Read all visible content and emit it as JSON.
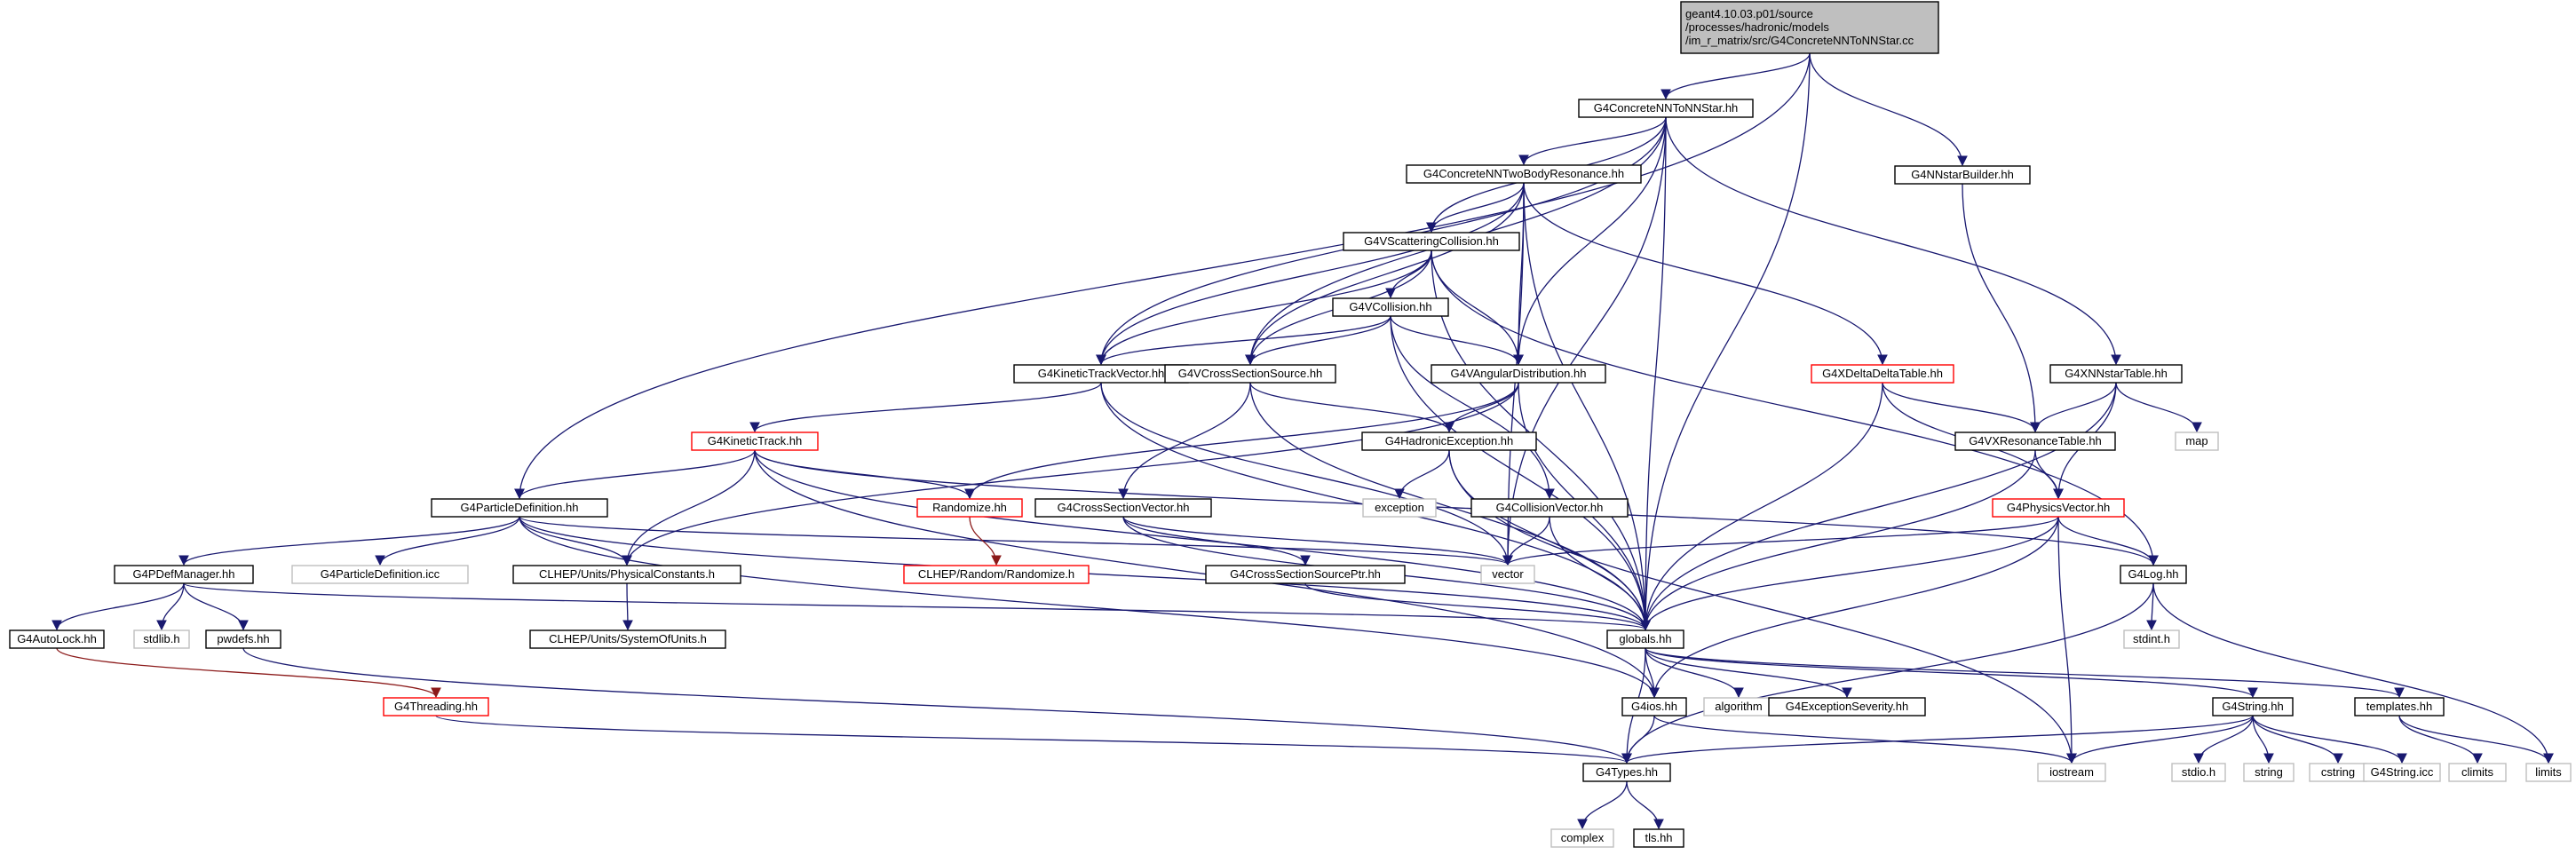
{
  "graph": {
    "title": "geant4.10.03.p01/source/processes/hadronic/models/im_r_matrix/src/G4ConcreteNNToNNStar.cc",
    "colors": {
      "root_fill": "#bfbfbf",
      "node_border": "#000000",
      "missing_border": "#bfbfbf",
      "truncated_border": "#ff0000",
      "edge": "#191970",
      "edge_alt": "#8b1a1a",
      "missing_text": "#666666"
    },
    "nodes": [
      {
        "id": "root",
        "lines": [
          "geant4.10.03.p01/source",
          "/processes/hadronic/models",
          "/im_r_matrix/src/G4ConcreteNNToNNStar.cc"
        ],
        "kind": "root"
      },
      {
        "id": "nnstar",
        "lines": [
          "G4ConcreteNNToNNStar.hh"
        ],
        "kind": "normal"
      },
      {
        "id": "builder",
        "lines": [
          "G4NNstarBuilder.hh"
        ],
        "kind": "normal"
      },
      {
        "id": "twobody",
        "lines": [
          "G4ConcreteNNTwoBodyResonance.hh"
        ],
        "kind": "normal"
      },
      {
        "id": "scattcoll",
        "lines": [
          "G4VScatteringCollision.hh"
        ],
        "kind": "normal"
      },
      {
        "id": "vcoll",
        "lines": [
          "G4VCollision.hh"
        ],
        "kind": "normal"
      },
      {
        "id": "ktv",
        "lines": [
          "G4KineticTrackVector.hh"
        ],
        "kind": "normal"
      },
      {
        "id": "vcss",
        "lines": [
          "G4VCrossSectionSource.hh"
        ],
        "kind": "normal"
      },
      {
        "id": "vang",
        "lines": [
          "G4VAngularDistribution.hh"
        ],
        "kind": "normal"
      },
      {
        "id": "xdelta",
        "lines": [
          "G4XDeltaDeltaTable.hh"
        ],
        "kind": "truncated"
      },
      {
        "id": "xnnstar",
        "lines": [
          "G4XNNstarTable.hh"
        ],
        "kind": "normal"
      },
      {
        "id": "kt",
        "lines": [
          "G4KineticTrack.hh"
        ],
        "kind": "truncated"
      },
      {
        "id": "hadexc",
        "lines": [
          "G4HadronicException.hh"
        ],
        "kind": "normal"
      },
      {
        "id": "vxres",
        "lines": [
          "G4VXResonanceTable.hh"
        ],
        "kind": "normal"
      },
      {
        "id": "map",
        "lines": [
          "map"
        ],
        "kind": "missing"
      },
      {
        "id": "partdef",
        "lines": [
          "G4ParticleDefinition.hh"
        ],
        "kind": "normal"
      },
      {
        "id": "randomize",
        "lines": [
          "Randomize.hh"
        ],
        "kind": "truncated"
      },
      {
        "id": "exception",
        "lines": [
          "exception"
        ],
        "kind": "missing"
      },
      {
        "id": "cssvec",
        "lines": [
          "G4CrossSectionVector.hh"
        ],
        "kind": "normal"
      },
      {
        "id": "collvec",
        "lines": [
          "G4CollisionVector.hh"
        ],
        "kind": "normal"
      },
      {
        "id": "physvec",
        "lines": [
          "G4PhysicsVector.hh"
        ],
        "kind": "truncated"
      },
      {
        "id": "pdefmgr",
        "lines": [
          "G4PDefManager.hh"
        ],
        "kind": "normal"
      },
      {
        "id": "partdeficc",
        "lines": [
          "G4ParticleDefinition.icc"
        ],
        "kind": "missing"
      },
      {
        "id": "physconst",
        "lines": [
          "CLHEP/Units/PhysicalConstants.h"
        ],
        "kind": "normal"
      },
      {
        "id": "clhepRand",
        "lines": [
          "CLHEP/Random/Randomize.h"
        ],
        "kind": "truncated"
      },
      {
        "id": "cssptr",
        "lines": [
          "G4CrossSectionSourcePtr.hh"
        ],
        "kind": "normal"
      },
      {
        "id": "vector",
        "lines": [
          "vector"
        ],
        "kind": "missing"
      },
      {
        "id": "log",
        "lines": [
          "G4Log.hh"
        ],
        "kind": "normal"
      },
      {
        "id": "autolock",
        "lines": [
          "G4AutoLock.hh"
        ],
        "kind": "normal"
      },
      {
        "id": "stdlib",
        "lines": [
          "stdlib.h"
        ],
        "kind": "missing"
      },
      {
        "id": "pwdefs",
        "lines": [
          "pwdefs.hh"
        ],
        "kind": "normal"
      },
      {
        "id": "sysunits",
        "lines": [
          "CLHEP/Units/SystemOfUnits.h"
        ],
        "kind": "normal"
      },
      {
        "id": "globals",
        "lines": [
          "globals.hh"
        ],
        "kind": "normal"
      },
      {
        "id": "stdint",
        "lines": [
          "stdint.h"
        ],
        "kind": "missing"
      },
      {
        "id": "threading",
        "lines": [
          "G4Threading.hh"
        ],
        "kind": "truncated"
      },
      {
        "id": "ios",
        "lines": [
          "G4ios.hh"
        ],
        "kind": "normal"
      },
      {
        "id": "algorithm",
        "lines": [
          "algorithm"
        ],
        "kind": "missing"
      },
      {
        "id": "excsev",
        "lines": [
          "G4ExceptionSeverity.hh"
        ],
        "kind": "normal"
      },
      {
        "id": "g4string",
        "lines": [
          "G4String.hh"
        ],
        "kind": "normal"
      },
      {
        "id": "templates",
        "lines": [
          "templates.hh"
        ],
        "kind": "normal"
      },
      {
        "id": "types",
        "lines": [
          "G4Types.hh"
        ],
        "kind": "normal"
      },
      {
        "id": "iostream",
        "lines": [
          "iostream"
        ],
        "kind": "missing"
      },
      {
        "id": "stdio",
        "lines": [
          "stdio.h"
        ],
        "kind": "missing"
      },
      {
        "id": "string",
        "lines": [
          "string"
        ],
        "kind": "missing"
      },
      {
        "id": "cstring",
        "lines": [
          "cstring"
        ],
        "kind": "missing"
      },
      {
        "id": "stringicc",
        "lines": [
          "G4String.icc"
        ],
        "kind": "missing"
      },
      {
        "id": "climits",
        "lines": [
          "climits"
        ],
        "kind": "missing"
      },
      {
        "id": "limits",
        "lines": [
          "limits"
        ],
        "kind": "missing"
      },
      {
        "id": "complex",
        "lines": [
          "complex"
        ],
        "kind": "missing"
      },
      {
        "id": "tls",
        "lines": [
          "tls.hh"
        ],
        "kind": "normal"
      }
    ],
    "edges": [
      [
        "root",
        "nnstar"
      ],
      [
        "root",
        "builder"
      ],
      [
        "root",
        "partdef"
      ],
      [
        "root",
        "globals"
      ],
      [
        "nnstar",
        "twobody"
      ],
      [
        "nnstar",
        "scattcoll"
      ],
      [
        "nnstar",
        "ktv"
      ],
      [
        "nnstar",
        "vcss"
      ],
      [
        "nnstar",
        "vang"
      ],
      [
        "nnstar",
        "xnnstar"
      ],
      [
        "nnstar",
        "vector"
      ],
      [
        "nnstar",
        "globals"
      ],
      [
        "builder",
        "vxres"
      ],
      [
        "twobody",
        "scattcoll"
      ],
      [
        "twobody",
        "ktv"
      ],
      [
        "twobody",
        "vcss"
      ],
      [
        "twobody",
        "vang"
      ],
      [
        "twobody",
        "xdelta"
      ],
      [
        "twobody",
        "vector"
      ],
      [
        "twobody",
        "globals"
      ],
      [
        "scattcoll",
        "vcoll"
      ],
      [
        "scattcoll",
        "ktv"
      ],
      [
        "scattcoll",
        "vcss"
      ],
      [
        "scattcoll",
        "vang"
      ],
      [
        "scattcoll",
        "log"
      ],
      [
        "scattcoll",
        "globals"
      ],
      [
        "vcoll",
        "ktv"
      ],
      [
        "vcoll",
        "vcss"
      ],
      [
        "vcoll",
        "vang"
      ],
      [
        "vcoll",
        "collvec"
      ],
      [
        "vcoll",
        "globals"
      ],
      [
        "ktv",
        "kt"
      ],
      [
        "ktv",
        "vector"
      ],
      [
        "ktv",
        "globals"
      ],
      [
        "vcss",
        "hadexc"
      ],
      [
        "vcss",
        "cssvec"
      ],
      [
        "vcss",
        "globals"
      ],
      [
        "vang",
        "hadexc"
      ],
      [
        "vang",
        "randomize"
      ],
      [
        "vang",
        "physconst"
      ],
      [
        "vang",
        "globals"
      ],
      [
        "xdelta",
        "vxres"
      ],
      [
        "xdelta",
        "physvec"
      ],
      [
        "xdelta",
        "globals"
      ],
      [
        "xnnstar",
        "vxres"
      ],
      [
        "xnnstar",
        "map"
      ],
      [
        "xnnstar",
        "physvec"
      ],
      [
        "xnnstar",
        "globals"
      ],
      [
        "kt",
        "partdef"
      ],
      [
        "kt",
        "randomize"
      ],
      [
        "kt",
        "physconst"
      ],
      [
        "kt",
        "log"
      ],
      [
        "kt",
        "ios"
      ],
      [
        "kt",
        "globals"
      ],
      [
        "hadexc",
        "exception"
      ],
      [
        "hadexc",
        "globals"
      ],
      [
        "hadexc",
        "iostream"
      ],
      [
        "vxres",
        "physvec"
      ],
      [
        "vxres",
        "globals"
      ],
      [
        "partdef",
        "pdefmgr"
      ],
      [
        "partdef",
        "partdeficc"
      ],
      [
        "partdef",
        "physconst"
      ],
      [
        "partdef",
        "vector"
      ],
      [
        "partdef",
        "ios"
      ],
      [
        "partdef",
        "globals"
      ],
      [
        "randomize",
        "clhepRand"
      ],
      [
        "cssvec",
        "cssptr"
      ],
      [
        "cssvec",
        "vector"
      ],
      [
        "cssvec",
        "globals"
      ],
      [
        "collvec",
        "vector"
      ],
      [
        "collvec",
        "globals"
      ],
      [
        "physvec",
        "vector"
      ],
      [
        "physvec",
        "log"
      ],
      [
        "physvec",
        "globals"
      ],
      [
        "physvec",
        "ios"
      ],
      [
        "physvec",
        "iostream"
      ],
      [
        "pdefmgr",
        "autolock"
      ],
      [
        "pdefmgr",
        "stdlib"
      ],
      [
        "pdefmgr",
        "pwdefs"
      ],
      [
        "pdefmgr",
        "globals"
      ],
      [
        "physconst",
        "sysunits"
      ],
      [
        "cssptr",
        "globals"
      ],
      [
        "log",
        "stdint"
      ],
      [
        "log",
        "limits"
      ],
      [
        "log",
        "types"
      ],
      [
        "autolock",
        "threading"
      ],
      [
        "pwdefs",
        "types"
      ],
      [
        "threading",
        "types"
      ],
      [
        "globals",
        "ios"
      ],
      [
        "globals",
        "algorithm"
      ],
      [
        "globals",
        "excsev"
      ],
      [
        "globals",
        "g4string"
      ],
      [
        "globals",
        "templates"
      ],
      [
        "globals",
        "types"
      ],
      [
        "ios",
        "types"
      ],
      [
        "ios",
        "iostream"
      ],
      [
        "g4string",
        "types"
      ],
      [
        "g4string",
        "iostream"
      ],
      [
        "g4string",
        "stdio"
      ],
      [
        "g4string",
        "string"
      ],
      [
        "g4string",
        "cstring"
      ],
      [
        "g4string",
        "stringicc"
      ],
      [
        "templates",
        "climits"
      ],
      [
        "templates",
        "limits"
      ],
      [
        "types",
        "complex"
      ],
      [
        "types",
        "tls"
      ]
    ]
  }
}
